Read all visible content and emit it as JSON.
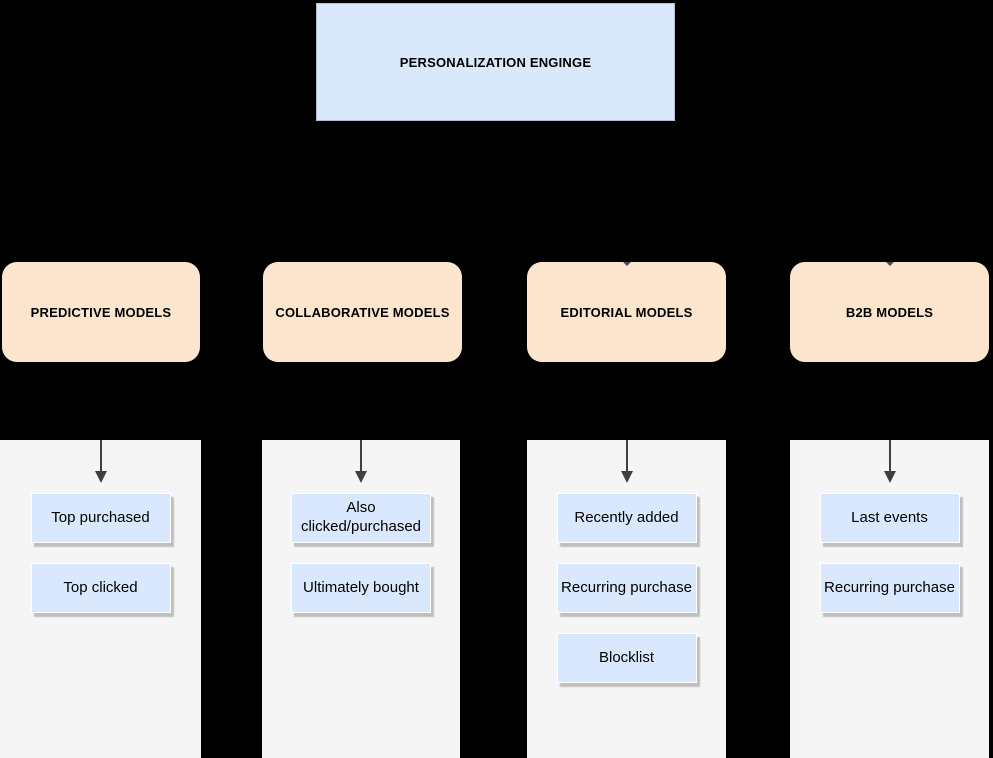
{
  "diagram": {
    "root": {
      "label": "PERSONALIZATION ENGINGE"
    },
    "categories": [
      {
        "label": "PREDICTIVE MODELS",
        "items": [
          {
            "label": "Top purchased"
          },
          {
            "label": "Top clicked"
          }
        ]
      },
      {
        "label": "COLLABORATIVE MODELS",
        "items": [
          {
            "label": "Also clicked/purchased"
          },
          {
            "label": "Ultimately bought"
          }
        ]
      },
      {
        "label": "EDITORIAL MODELS",
        "items": [
          {
            "label": "Recently added"
          },
          {
            "label": "Recurring purchase"
          },
          {
            "label": "Blocklist"
          }
        ]
      },
      {
        "label": "B2B MODELS",
        "items": [
          {
            "label": "Last events"
          },
          {
            "label": "Recurring purchase"
          }
        ]
      }
    ],
    "colors": {
      "background": "#000000",
      "root_fill": "#dae8fc",
      "root_border": "#b6c0d2",
      "category_fill": "#fce5cd",
      "column_fill": "#f5f5f5",
      "item_fill": "#d9e8fc",
      "item_border": "#ffffff",
      "arrow": "#404040"
    }
  }
}
